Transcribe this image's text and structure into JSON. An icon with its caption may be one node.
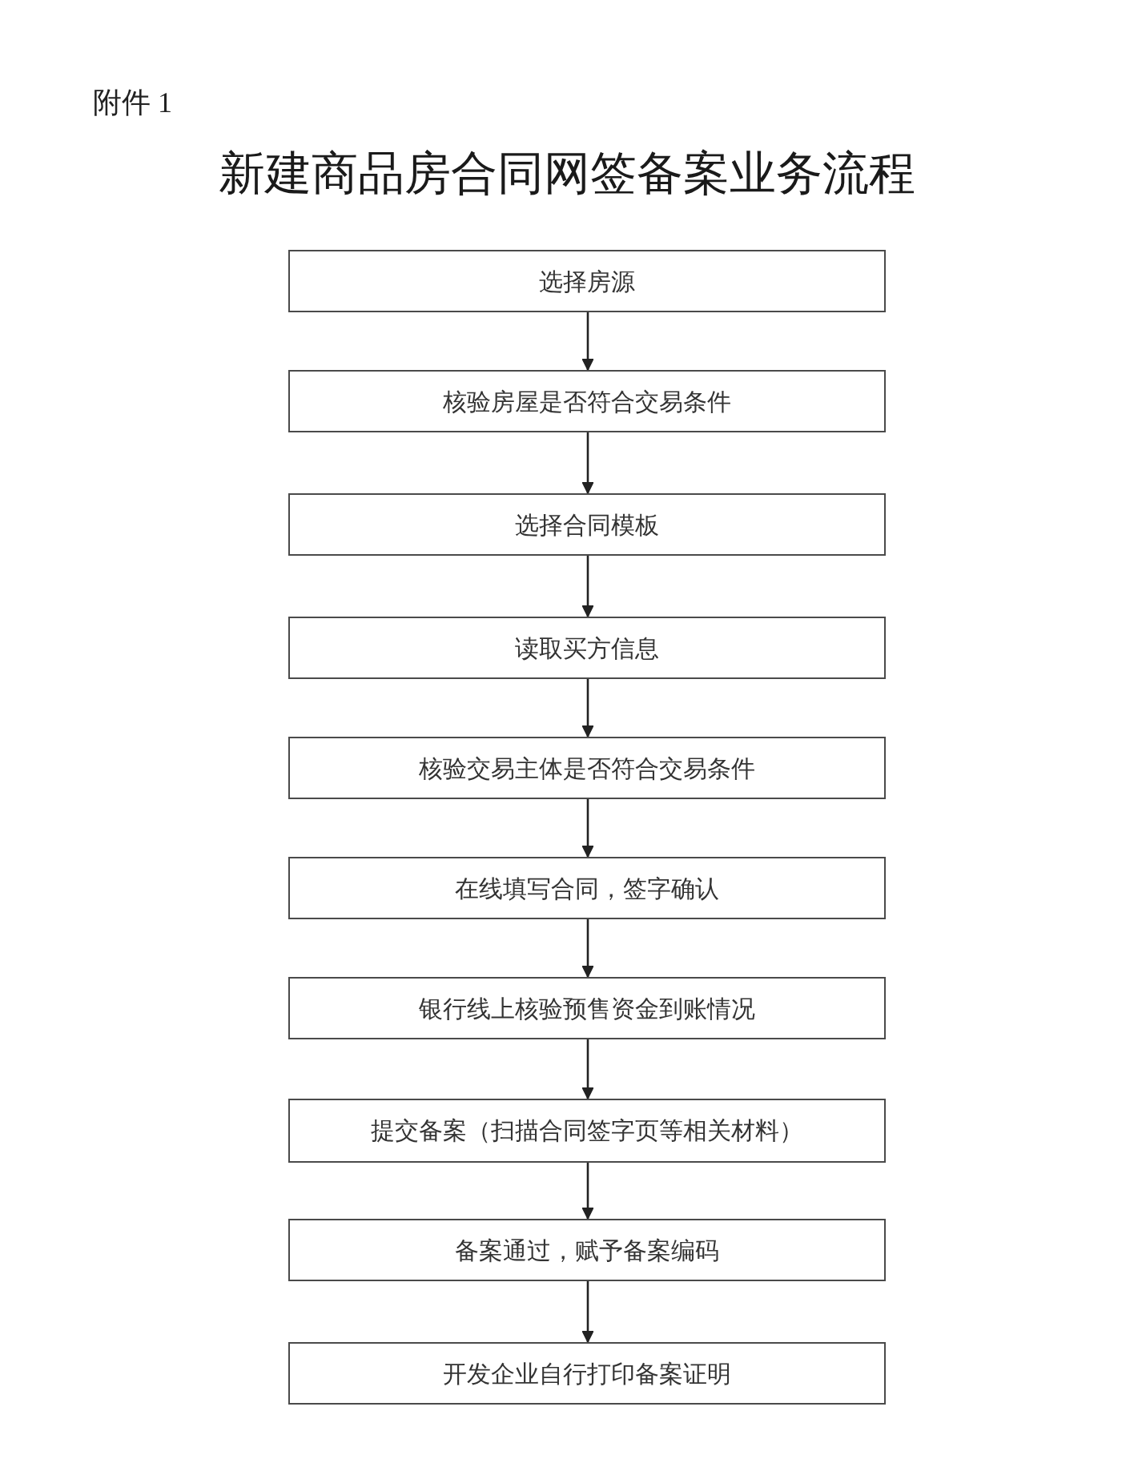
{
  "diagram": {
    "title": "新建商品房合同网签备案业务流程",
    "nodes": [
      {
        "text": [
          "选择房源"
        ]
      },
      {
        "text": [
          "核验房屋是否符合交易条件"
        ]
      },
      {
        "text": [
          "选择合同模板"
        ]
      },
      {
        "text": [
          "读取买方信息"
        ]
      },
      {
        "text": [
          "核验交易主体是否符合交易条件"
        ]
      },
      {
        "text": [
          "在线填写合同，签字确认"
        ]
      },
      {
        "text": [
          "银行线上核验预售资金到账情况"
        ]
      },
      {
        "text": [
          "提交备案（扫描合同签字页等相关材料）"
        ]
      },
      {
        "text": [
          "备案通过，赋予备案编码"
        ]
      },
      {
        "text": [
          "开发企业自行打印备案证明"
        ]
      }
    ],
    "edges": [
      {
        "from": 0,
        "to": 1,
        "arrow": "to"
      },
      {
        "from": 1,
        "to": 2,
        "arrow": "to"
      },
      {
        "from": 2,
        "to": 3,
        "arrow": "to"
      },
      {
        "from": 3,
        "to": 4,
        "arrow": "to"
      },
      {
        "from": 4,
        "to": 5,
        "arrow": "to"
      },
      {
        "from": 5,
        "to": 6,
        "arrow": "to"
      },
      {
        "from": 6,
        "to": 7,
        "arrow": "to"
      },
      {
        "from": 7,
        "to": 8,
        "arrow": "to"
      },
      {
        "from": 8,
        "to": 9,
        "arrow": "to"
      }
    ],
    "labels": [
      "附件 1"
    ]
  }
}
